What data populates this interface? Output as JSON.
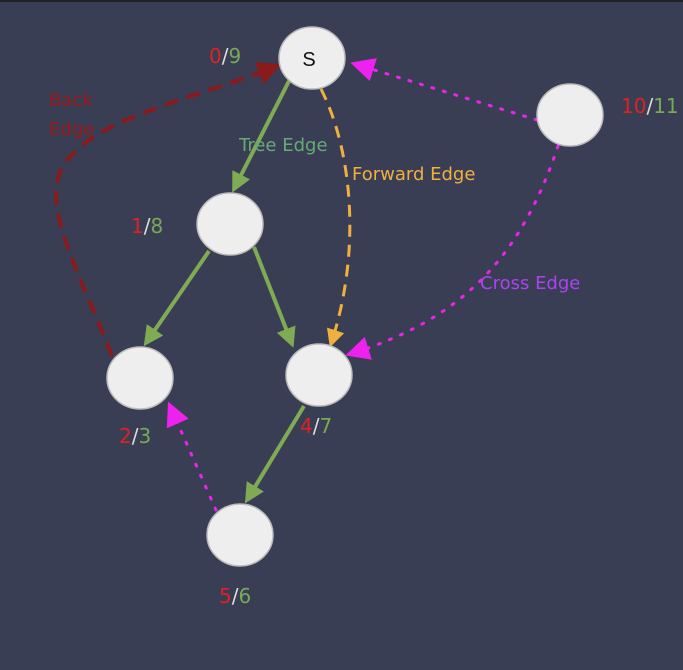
{
  "colors": {
    "background": "#3a3e54",
    "node_fill": "#eeeeee",
    "node_stroke": "#bbbbbb",
    "discovery": "#dd2222",
    "finish": "#77aa55",
    "slash": "#dddddd",
    "tree_edge": "#7fab55",
    "forward_edge": "#f0b040",
    "back_edge": "#8b1a1a",
    "cross_edge": "#ee22ee",
    "tree_label": "#66aa77",
    "forward_label": "#f0b040",
    "back_label": "#991a1a",
    "cross_label": "#aa44ee"
  },
  "nodes": {
    "s": {
      "label": "S",
      "discovery": "0",
      "finish": "9"
    },
    "a": {
      "label": "",
      "discovery": "1",
      "finish": "8"
    },
    "b": {
      "label": "",
      "discovery": "2",
      "finish": "3"
    },
    "c": {
      "label": "",
      "discovery": "4",
      "finish": "7"
    },
    "d": {
      "label": "",
      "discovery": "5",
      "finish": "6"
    },
    "e": {
      "label": "",
      "discovery": "10",
      "finish": "11"
    }
  },
  "slash": "/",
  "edge_labels": {
    "tree": "Tree Edge",
    "forward": "Forward Edge",
    "back_line1": "Back",
    "back_line2": "Edge",
    "cross": "Cross Edge"
  }
}
